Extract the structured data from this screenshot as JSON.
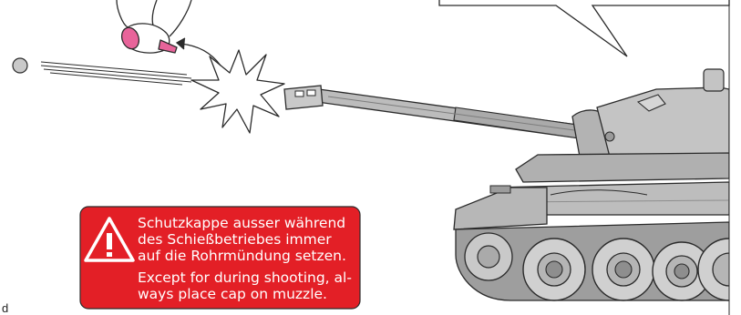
{
  "warning": {
    "de_line1": "Schutzkappe ausser während",
    "de_line2": "des Schießbetriebes immer",
    "de_line3": "auf die Rohrmündung setzen.",
    "en_line1": "Except for during shooting, al-",
    "en_line2": "ways place cap on muzzle.",
    "color": "#e31f26",
    "icon": "exclamation-triangle-icon"
  },
  "edge_text": "d",
  "colors": {
    "tank_fill": "#bcbcbc",
    "tank_dark": "#8e8e8e",
    "outline": "#2b2b2b",
    "cap": "#e8649a"
  }
}
